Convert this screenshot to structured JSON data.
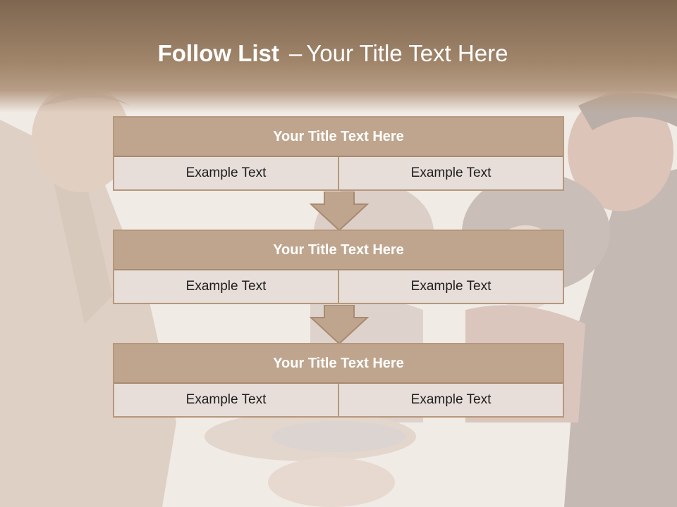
{
  "slide": {
    "title_bold": "Follow List",
    "title_dash": "–",
    "title_rest": "Your Title Text Here"
  },
  "blocks": [
    {
      "header": "Your Title Text Here",
      "cells": [
        "Example Text",
        "Example Text"
      ]
    },
    {
      "header": "Your Title Text Here",
      "cells": [
        "Example Text",
        "Example Text"
      ]
    },
    {
      "header": "Your Title Text Here",
      "cells": [
        "Example Text",
        "Example Text"
      ]
    }
  ],
  "colors": {
    "header_band": "#a0856a",
    "table_header": "#bfa58d",
    "table_cell": "#e7ded9",
    "border": "#b6977c",
    "arrow": "#bfa58d"
  }
}
